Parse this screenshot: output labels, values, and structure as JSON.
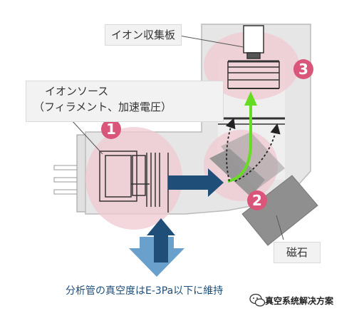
{
  "labels": {
    "ion_collector": "イオン収集板",
    "ion_source_line1": "イオンソース",
    "ion_source_line2": "（フィラメント、加速電圧）",
    "magnet": "磁石",
    "bottom_caption": "分析管の真空度はE-3Pa以下に維持",
    "brand": "真空系统解决方案"
  },
  "markers": [
    "1",
    "2",
    "3"
  ],
  "colors": {
    "body_fill": "#e6e6e6",
    "body_stroke": "#bbbbbb",
    "pink_zone": "#f0c8d2",
    "marker": "#d9557a",
    "flow_arrow": "#1f4e79",
    "pump_arrow": "#6aa0cc",
    "ion_path": "#66dd22",
    "magnet": "#8f8f8f"
  },
  "icons": {
    "brand_logo": "wechat-logo-icon"
  }
}
